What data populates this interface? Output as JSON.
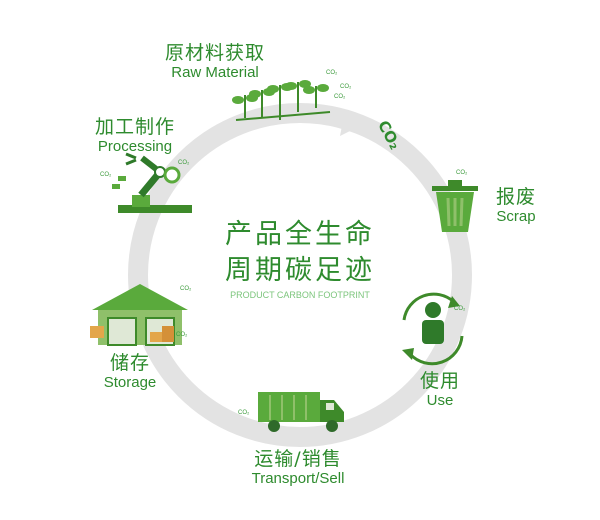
{
  "center": {
    "title_line1": "产品全生命",
    "title_line2": "周期碳足迹",
    "subtitle": "PRODUCT CARBON FOOTPRINT"
  },
  "stages": {
    "raw_material": {
      "zh": "原材料获取",
      "en": "Raw Material"
    },
    "processing": {
      "zh": "加工制作",
      "en": "Processing"
    },
    "storage": {
      "zh": "储存",
      "en": "Storage"
    },
    "transport": {
      "zh": "运输/销售",
      "en": "Transport/Sell"
    },
    "use": {
      "zh": "使用",
      "en": "Use"
    },
    "scrap": {
      "zh": "报废",
      "en": "Scrap"
    }
  },
  "co2_mark": "CO₂",
  "arrow_label": "CO₂",
  "colors": {
    "green": "#2e8b2e",
    "light_green": "#7cc57c",
    "ring": "#e3e3e3"
  }
}
